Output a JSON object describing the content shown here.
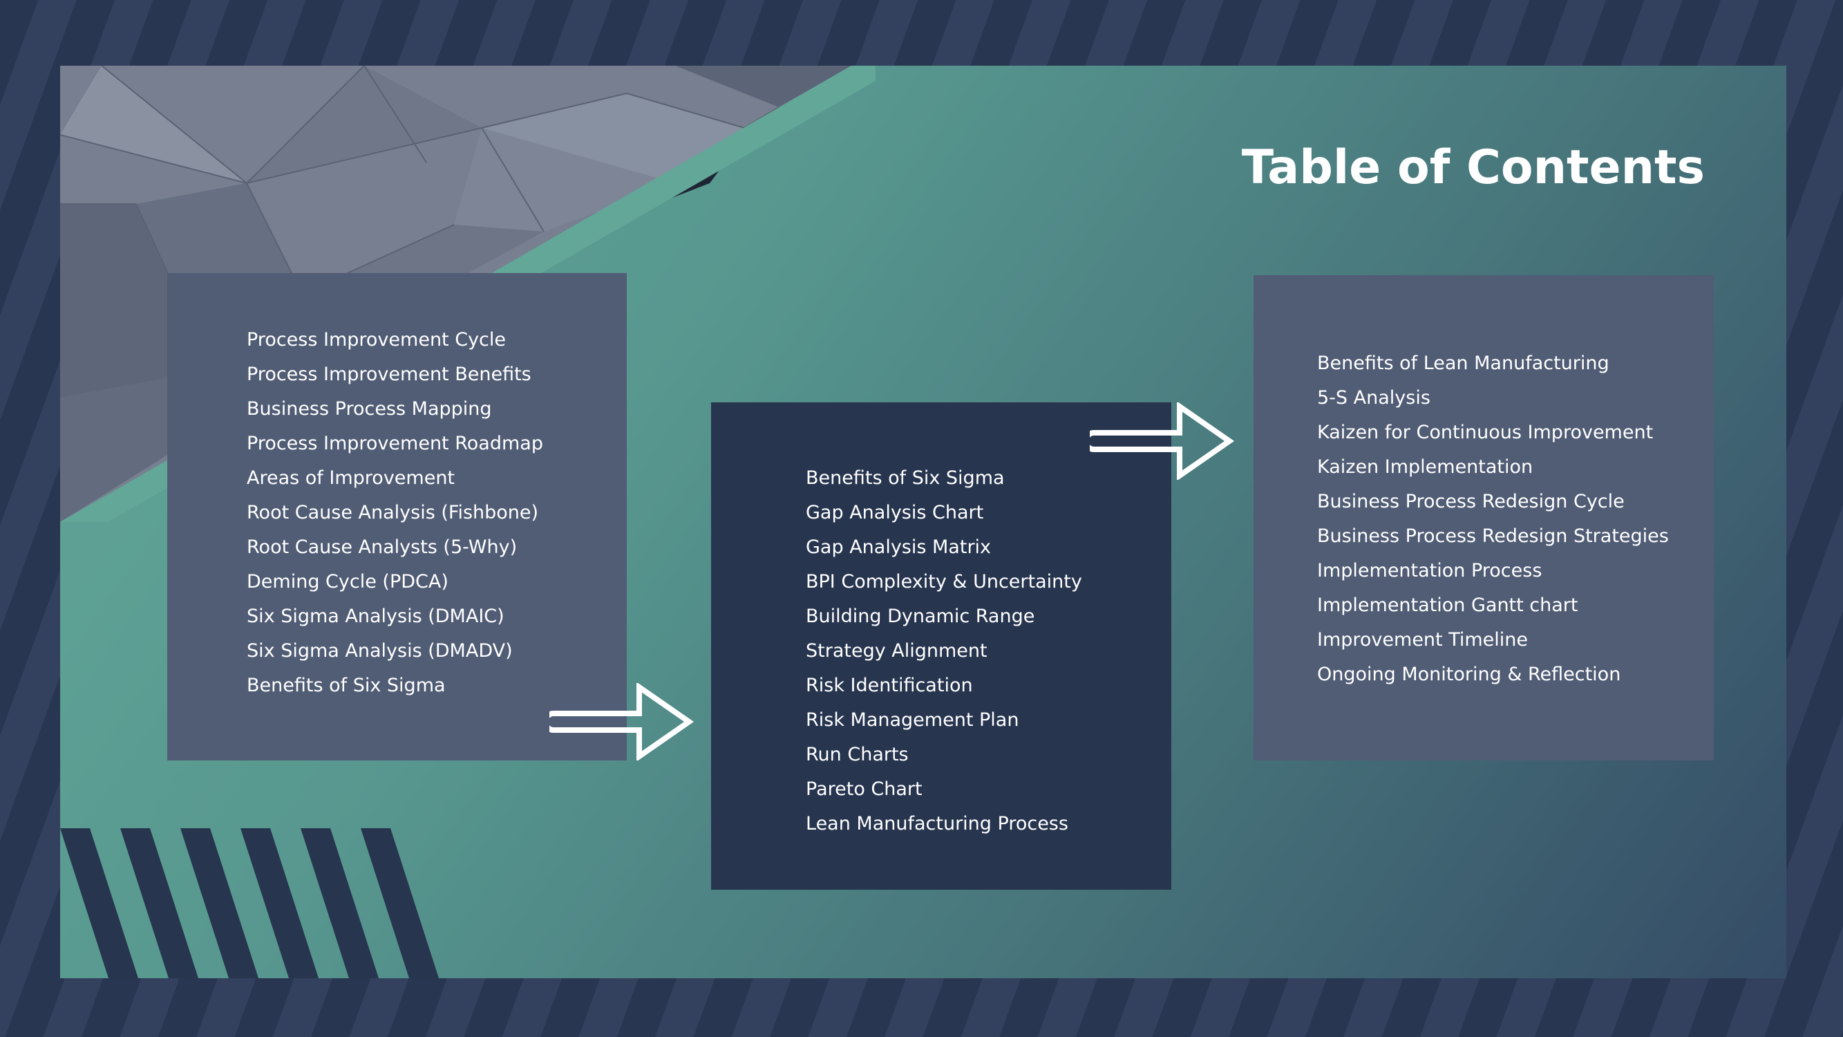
{
  "slide": {
    "title": "Table of Contents"
  },
  "columns": [
    {
      "items": [
        "Process Improvement Cycle",
        "Process Improvement Benefits",
        "Business Process Mapping",
        "Process Improvement Roadmap",
        "Areas of Improvement",
        "Root Cause Analysis (Fishbone)",
        "Root Cause Analysts (5-Why)",
        "Deming Cycle (PDCA)",
        "Six Sigma Analysis (DMAIC)",
        "Six Sigma Analysis (DMADV)",
        "Benefits of Six Sigma"
      ]
    },
    {
      "items": [
        "Benefits of Six Sigma",
        "Gap Analysis Chart",
        "Gap Analysis Matrix",
        "BPI Complexity & Uncertainty",
        "Building Dynamic Range",
        "Strategy Alignment",
        "Risk Identification",
        "Risk Management Plan",
        "Run Charts",
        "Pareto Chart",
        "Lean Manufacturing Process"
      ]
    },
    {
      "items": [
        "Benefits of Lean Manufacturing",
        "5-S Analysis",
        "Kaizen for Continuous Improvement",
        "Kaizen Implementation",
        "Business Process Redesign Cycle",
        "Business Process Redesign Strategies",
        "Implementation Process",
        "Implementation Gantt chart",
        "Improvement Timeline",
        "Ongoing Monitoring & Reflection"
      ]
    }
  ],
  "icons": {
    "arrow_1": "arrow-right-icon",
    "arrow_2": "arrow-right-icon"
  },
  "colors": {
    "background": "#283651",
    "teal_accent": "#5fa796",
    "panel_slate": "#515d75",
    "panel_navy": "#27354f",
    "text": "#ffffff"
  }
}
